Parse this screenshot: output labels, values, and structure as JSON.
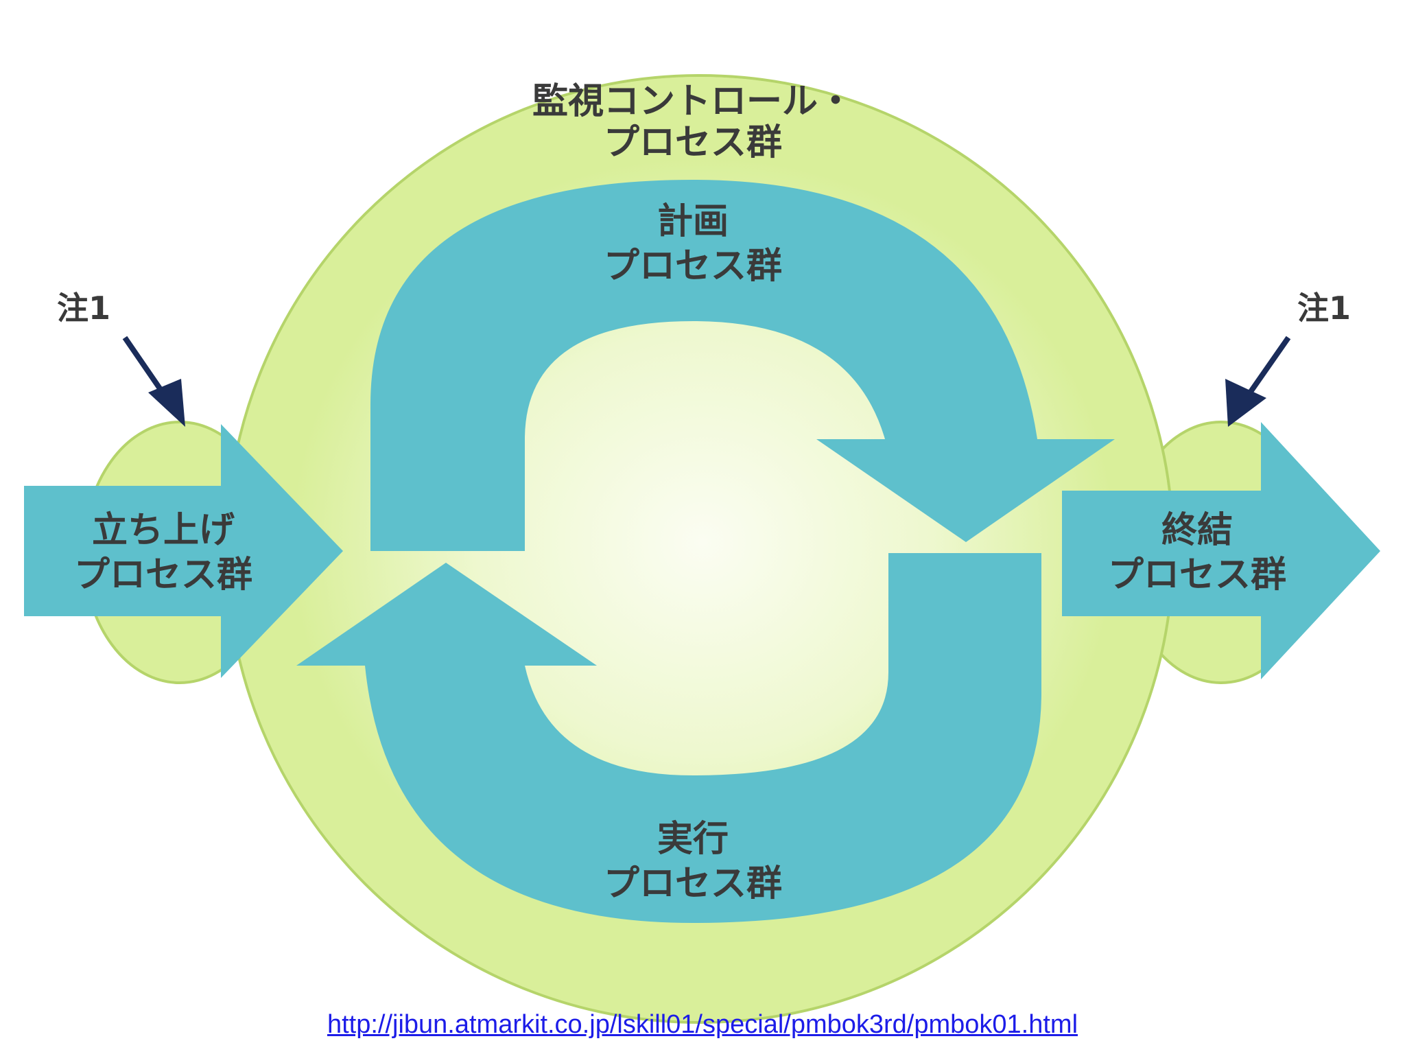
{
  "monitoring": {
    "line1": "監視コントロール・",
    "line2": "プロセス群"
  },
  "planning": {
    "line1": "計画",
    "line2": "プロセス群"
  },
  "executing": {
    "line1": "実行",
    "line2": "プロセス群"
  },
  "initiating": {
    "line1": "立ち上げ",
    "line2": "プロセス群"
  },
  "closing": {
    "line1": "終結",
    "line2": "プロセス群"
  },
  "notes": {
    "left": "注1",
    "right": "注1"
  },
  "source_url": "http://jibun.atmarkit.co.jp/lskill01/special/pmbok3rd/pmbok01.html",
  "colors": {
    "outer_fill": "#d9ef9a",
    "outer_stroke": "#b5d46a",
    "inner_fill": "#f7fbe9",
    "arrow": "#5ec0cc",
    "pointer": "#1a2c5a",
    "link": "#1c1ce8"
  }
}
